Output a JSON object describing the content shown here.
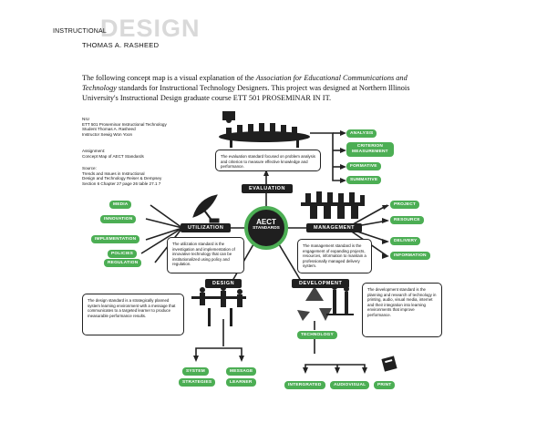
{
  "header": {
    "small_label": "INSTRUCTIONAL",
    "big_label": "DESIGN",
    "author": "THOMAS A. RASHEED"
  },
  "intro": {
    "part1": "The following concept map is a visual explanation of the ",
    "org_name": "Association for Educational Communications and Technology",
    "part2": " standards for Instructional Technology Designers. This project was designed at Northern Illinois University's Instructional Design graduate course ETT 501 PROSEMINAR IN IT."
  },
  "meta": {
    "course": "NIU\nETT 501 Proseminar Instructional Technology\nStudent Thomas A. Rasheed\nInstructor Sewig Won Yoon",
    "assignment": "Assignment:\nConcept Map of AECT Standards",
    "source": "Source:\nTrends and Issues in Instructional\nDesign and Technology Reiser & Dempsey\nSection 6 Chapter 27 page 26 table 27.1 7"
  },
  "center": {
    "line1": "AECT",
    "line2": "STANDARDS"
  },
  "categories": {
    "evaluation": "EVALUATION",
    "utilization": "UTILIZATION",
    "management": "MANAGEMENT",
    "design": "DESIGN",
    "development": "DEVELOPMENT"
  },
  "descriptions": {
    "evaluation": "The evaluation standard focused on problem analysis and criterion to measure effective knowledge and performance.",
    "utilization": "The utilization standard is the investigation and implementation of innovative technology that can be institutionalized using policy and regulation.",
    "management": "The management standard is the engagement of expanding projects, resources, information to maintain a professionally managed delivery system.",
    "design": "The design standard is a strategically planned system learning environment with a message that communicates to a targeted learner to produce measurable performance results.",
    "development": "The development standard is the planning and research of technology in printing, audio, visual media, internet and their integration into learning environments that improve performance."
  },
  "evaluation_items": [
    "ANALYSIS",
    "CRITERION\nMEASUREMENT",
    "FORMATIVE",
    "SUMMATIVE"
  ],
  "utilization_items": [
    "MEDIA",
    "INNOVATION",
    "IMPLEMENTATION",
    "POLICIES",
    "REGULATION"
  ],
  "management_items": [
    "PROJECT",
    "RESOURCE",
    "DELIVERY",
    "INFORMATION"
  ],
  "design_items": [
    "SYSTEM",
    "MESSAGE",
    "STRATEGIES",
    "LEARNER"
  ],
  "development_items": [
    "TECHNOLOGY",
    "INTERGRATED",
    "AUDIOVISUAL",
    "PRINT"
  ],
  "colors": {
    "green": "#4cae54",
    "dark": "#1f1f1f",
    "header_gray": "#d9d9d9"
  }
}
